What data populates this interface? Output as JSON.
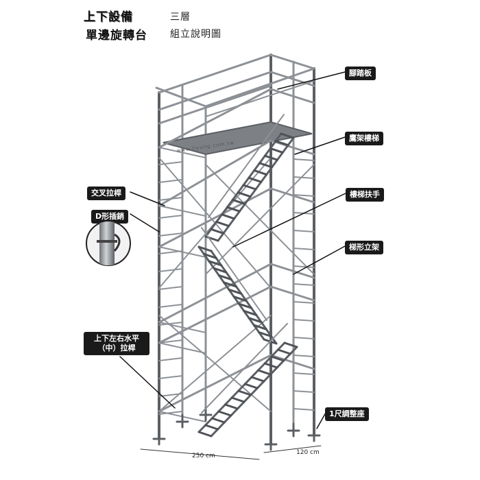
{
  "title": {
    "line1": "上下設備",
    "line1_sub": "三層",
    "line2": "單邊旋轉台",
    "line2_sub": "組立說明圖"
  },
  "callouts": {
    "platform": "腳踏板",
    "hook_stair": "鷹架樓梯",
    "cross_brace": "交叉拉桿",
    "d_pin": "D形插銷",
    "handrail": "樓梯扶手",
    "ladder_frame": "梯形立架",
    "horizontal_brace_line1": "上下左右水平",
    "horizontal_brace_line2": "（中）拉桿",
    "base": "1尺調整座"
  },
  "dimensions": {
    "width": "250 cm",
    "depth": "120 cm"
  },
  "watermark": "www.liyung.com.tw",
  "colors": {
    "steel": "#8d9196",
    "steel_dark": "#5b5f64",
    "callout_bg": "#1a1a1a",
    "callout_line": "#111111"
  }
}
